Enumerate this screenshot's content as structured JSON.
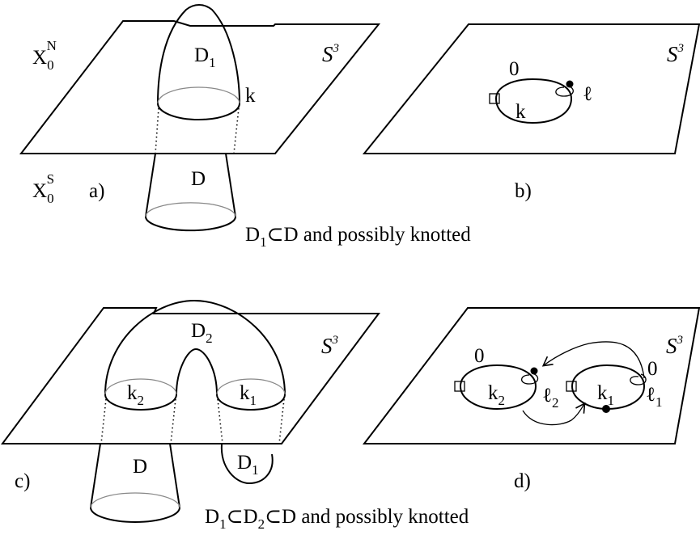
{
  "panel_a": {
    "space_label": "S",
    "space_exp": "3",
    "disk_top_label": "D",
    "disk_top_sub": "1",
    "knot_label": "k",
    "disk_bottom_label": "D",
    "north_label": "X",
    "north_sub": "0",
    "north_sup": "N",
    "south_label": "X",
    "south_sub": "0",
    "south_sup": "S",
    "panel_label": "a)",
    "caption_d1": "D",
    "caption_d1_sub": "1",
    "caption_rest": "⊂D and possibly knotted"
  },
  "panel_b": {
    "space_label": "S",
    "space_exp": "3",
    "framing_label": "0",
    "knot_label": "k",
    "loop_label": "ℓ",
    "panel_label": "b)"
  },
  "panel_c": {
    "space_label": "S",
    "space_exp": "3",
    "disk_top_label": "D",
    "disk_top_sub": "2",
    "knot2_label": "k",
    "knot2_sub": "2",
    "knot1_label": "k",
    "knot1_sub": "1",
    "disk_bottom_label": "D",
    "disk_small_label": "D",
    "disk_small_sub": "1",
    "panel_label": "c)",
    "caption_d1": "D",
    "caption_d1_sub": "1",
    "caption_mid": "⊂D",
    "caption_d2_sub": "2",
    "caption_rest": "⊂D and possibly knotted"
  },
  "panel_d": {
    "space_label": "S",
    "space_exp": "3",
    "framing2_label": "0",
    "framing1_label": "0",
    "knot2_label": "k",
    "knot2_sub": "2",
    "knot1_label": "k",
    "knot1_sub": "1",
    "loop2_label": "ℓ",
    "loop2_sub": "2",
    "loop1_label": "ℓ",
    "loop1_sub": "1",
    "panel_label": "d)"
  }
}
